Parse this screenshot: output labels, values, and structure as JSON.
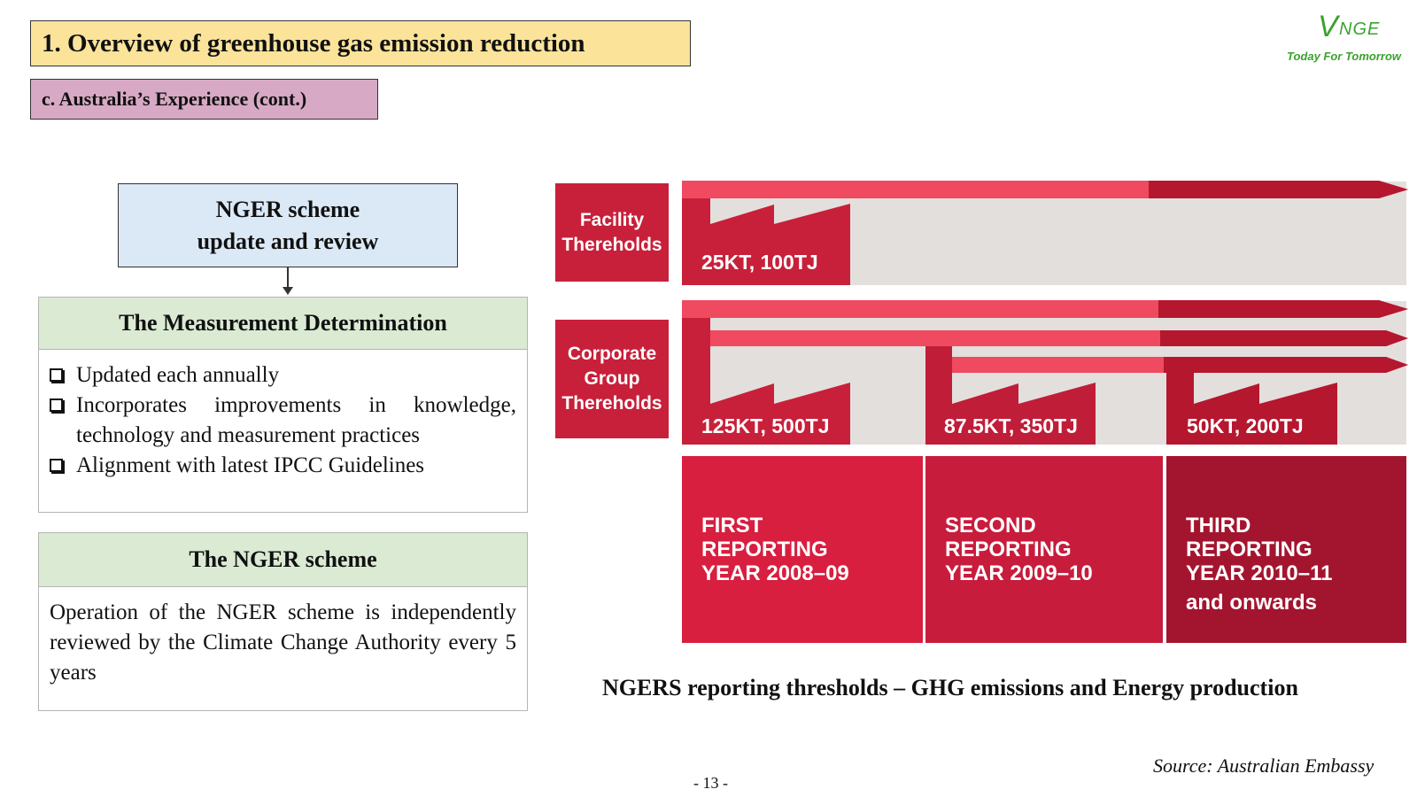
{
  "header": {
    "title": "1. Overview of greenhouse gas emission reduction",
    "subtitle": "c. Australia’s Experience (cont.)"
  },
  "logo": {
    "v": "V",
    "nge": "NGE",
    "tagline": "Today For Tomorrow",
    "color": "#3aa22e"
  },
  "left": {
    "scheme_box": {
      "line1": "NGER scheme",
      "line2": "update and review"
    },
    "measurement": {
      "heading": "The Measurement Determination",
      "bullets": [
        "Updated each annually",
        "Incorporates improvements in knowledge, technology and measurement practices",
        "Alignment with latest IPCC Guidelines"
      ]
    },
    "nger": {
      "heading": "The NGER scheme",
      "body": "Operation of the NGER scheme is independently reviewed by the Climate Change Authority every 5 years"
    }
  },
  "diagram": {
    "labels": {
      "facility": "Facility Thereholds",
      "corporate": "Corporate Group Thereholds"
    },
    "facility_thresholds": [
      "25KT, 100TJ"
    ],
    "corporate_thresholds": [
      "125KT, 500TJ",
      "87.5KT, 350TJ",
      "50KT, 200TJ"
    ],
    "years": [
      {
        "l1": "FIRST",
        "l2": "REPORTING",
        "l3": "YEAR 2008–09",
        "extra": ""
      },
      {
        "l1": "SECOND",
        "l2": "REPORTING",
        "l3": "YEAR 2009–10",
        "extra": ""
      },
      {
        "l1": "THIRD",
        "l2": "REPORTING",
        "l3": "YEAR 2010–11",
        "extra": "and onwards"
      }
    ],
    "colors": {
      "primary": "#d81f40",
      "light": "#ef4a5f",
      "dark": "#a3152f",
      "band": "#e3dfdc"
    },
    "caption": "NGERS reporting thresholds – GHG emissions and Energy production"
  },
  "footer": {
    "source": "Source: Australian Embassy",
    "page": "- 13 -"
  }
}
